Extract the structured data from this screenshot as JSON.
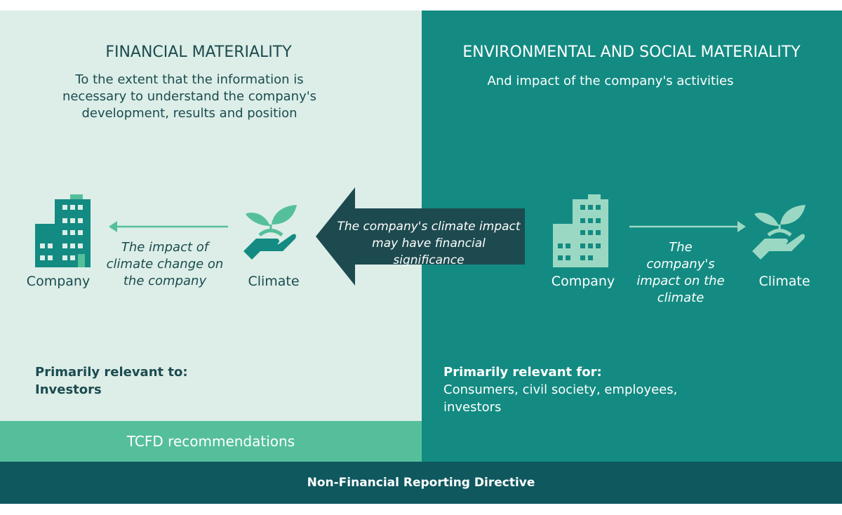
{
  "financial": {
    "title": "FINANCIAL MATERIALITY",
    "subtitle": "To the extent that the information is necessary to understand the company's development, results and position",
    "company_label": "Company",
    "climate_label": "Climate",
    "arrow_caption": "The impact of climate change on the company",
    "relevance_heading": "Primarily relevant to:",
    "relevance_value": "Investors"
  },
  "environmental": {
    "title": "ENVIRONMENTAL AND SOCIAL MATERIALITY",
    "subtitle": "And impact of the company's activities",
    "company_label": "Company",
    "climate_label": "Climate",
    "arrow_caption": "The company's impact on the climate",
    "relevance_heading": "Primarily relevant for:",
    "relevance_value": "Consumers, civil society, employees, investors"
  },
  "center_arrow": {
    "text": "The company's climate impact may have financial significance"
  },
  "footer": {
    "tcfd": "TCFD recommendations",
    "nfrd": "Non-Financial Reporting Directive"
  },
  "colors": {
    "light_panel": "#dceee7",
    "teal_panel": "#138b82",
    "accent_green": "#55bf9c",
    "dark_teal": "#0e585e",
    "arrow": "#1d4a4f"
  }
}
